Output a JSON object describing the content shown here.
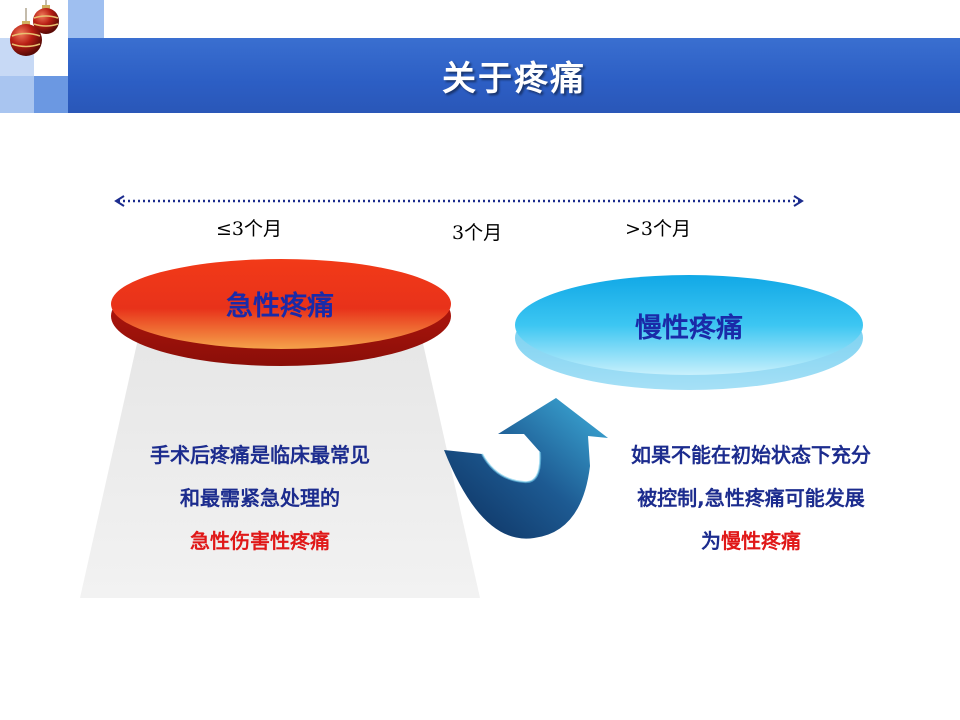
{
  "header": {
    "title": "关于疼痛"
  },
  "timeline": {
    "left_label": "≤3个月",
    "mid_label": "3个月",
    "right_label": ">3个月"
  },
  "acute": {
    "label": "急性疼痛",
    "line1": "手术后疼痛是临床最常见",
    "line2": "和最需紧急处理的",
    "line3": "急性伤害性疼痛"
  },
  "chronic": {
    "label": "慢性疼痛",
    "line1": "如果不能在初始状态下充分",
    "line2": "被控制,急性疼痛可能发展",
    "line3_prefix": "为",
    "line3_highlight": "慢性疼痛"
  },
  "colors": {
    "title_bar": "#2c5ec4",
    "acute_oval": "#e8321a",
    "chronic_oval": "#19b6ea",
    "text_blue": "#1c2c8e",
    "text_red": "#e01818"
  },
  "icons": {
    "corner": "christmas-ornaments-icon",
    "arrow": "curved-up-arrow-icon"
  }
}
